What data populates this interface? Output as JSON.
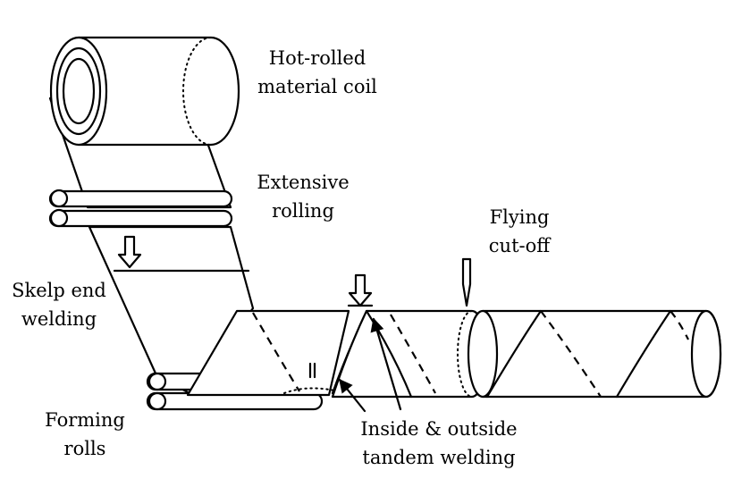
{
  "labels": {
    "coil_line1": "Hot-rolled",
    "coil_line2": "material coil",
    "rolling_line1": "Extensive",
    "rolling_line2": "rolling",
    "skelp_line1": "Skelp end",
    "skelp_line2": "welding",
    "forming_line1": "Forming",
    "forming_line2": "rolls",
    "cutoff_line1": "Flying",
    "cutoff_line2": "cut-off",
    "tandem_line1": "Inside & outside",
    "tandem_line2": "tandem welding"
  }
}
